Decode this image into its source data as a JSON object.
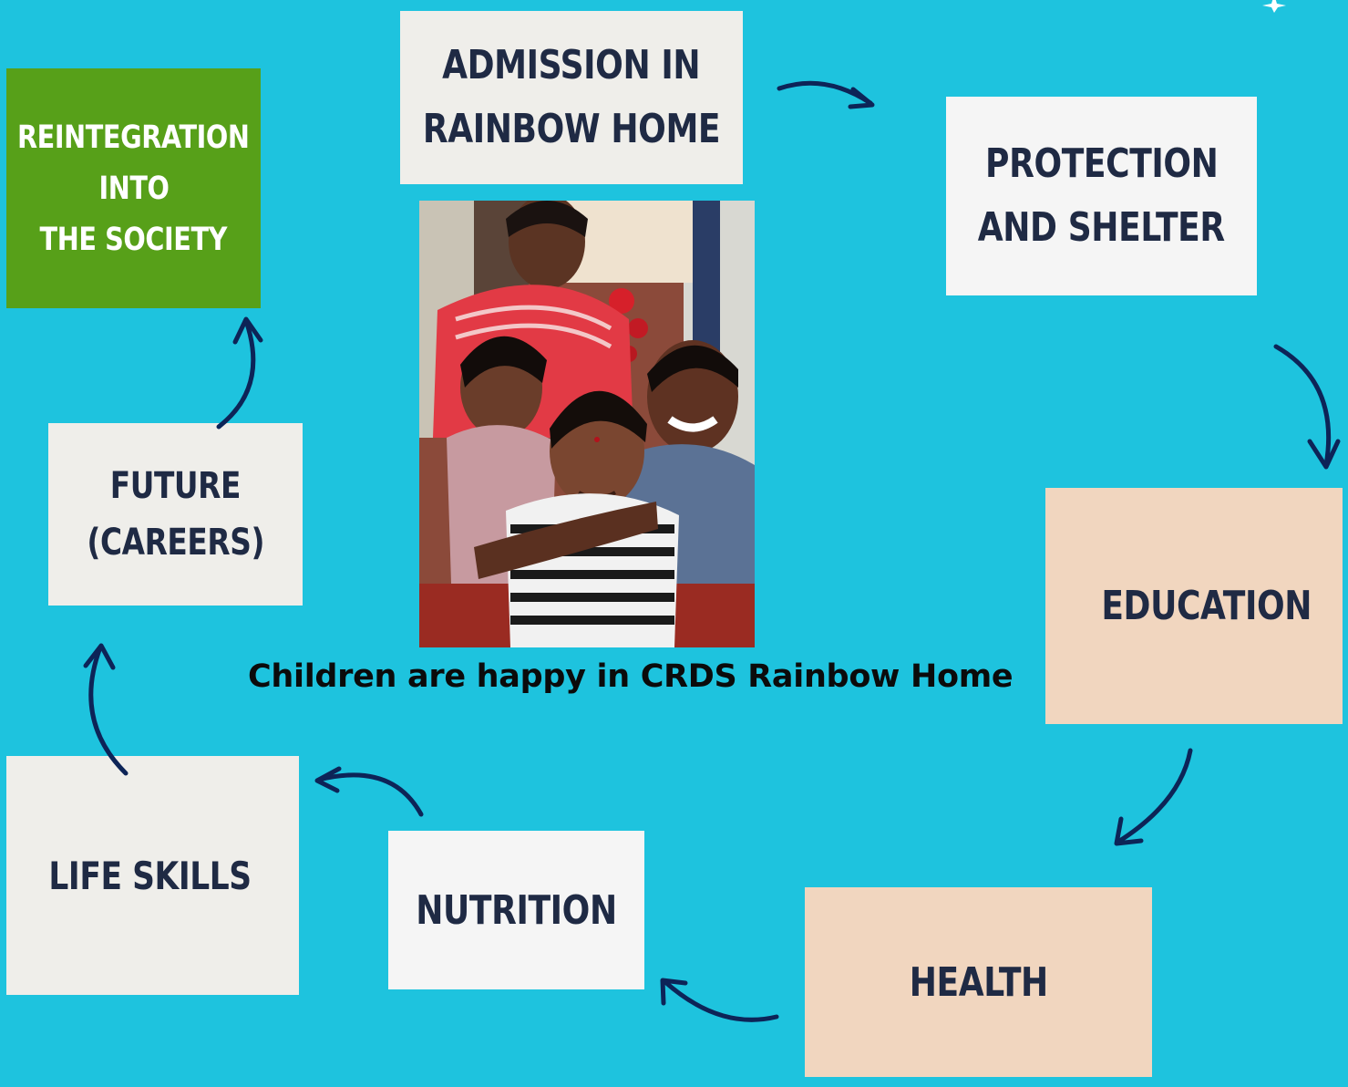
{
  "steps": {
    "admission": {
      "lines": [
        "ADMISSION IN",
        "RAINBOW HOME"
      ]
    },
    "protection": {
      "lines": [
        "PROTECTION",
        "AND SHELTER"
      ]
    },
    "education": {
      "lines": [
        "EDUCATION"
      ]
    },
    "health": {
      "lines": [
        "HEALTH"
      ]
    },
    "nutrition": {
      "lines": [
        "NUTRITION"
      ]
    },
    "lifeskills": {
      "lines": [
        "LIFE SKILLS"
      ]
    },
    "future": {
      "lines": [
        "FUTURE",
        "(CAREERS)"
      ]
    },
    "reintegration": {
      "lines": [
        "REINTEGRATION",
        "INTO",
        "THE SOCIETY"
      ]
    }
  },
  "caption": "Children are happy in CRDS Rainbow Home",
  "colors": {
    "background": "#1ec3de",
    "arrow": "#0d2457",
    "light_box": "#efeeea",
    "white_box": "#f5f5f5",
    "peach_box": "#f1d6bf",
    "green_box": "#57a019",
    "box_text": "#1f2a44"
  },
  "flow_order": [
    "admission",
    "protection",
    "education",
    "health",
    "nutrition",
    "lifeskills",
    "future",
    "reintegration"
  ]
}
